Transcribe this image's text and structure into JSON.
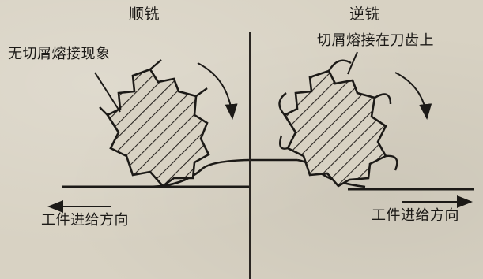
{
  "left_panel": {
    "title": "顺铣",
    "caption": "无切屑熔接现象",
    "feed_label": "工件进给方向"
  },
  "right_panel": {
    "title": "逆铣",
    "caption": "切屑熔接在刀齿上",
    "feed_label": "工件进给方向"
  }
}
